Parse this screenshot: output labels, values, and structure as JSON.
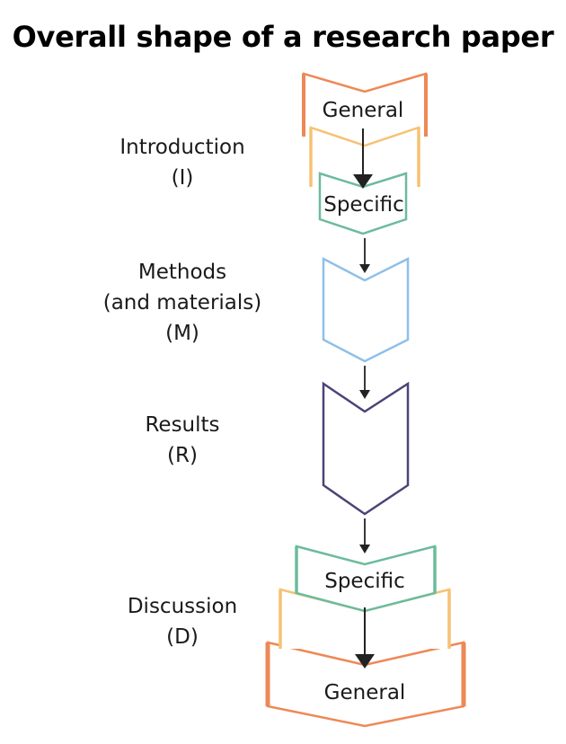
{
  "title": "Overall shape of a research paper",
  "sections": [
    {
      "key": "introduction",
      "lines": [
        "Introduction",
        "(I)"
      ]
    },
    {
      "key": "methods",
      "lines": [
        "Methods",
        "(and materials)",
        "(M)"
      ]
    },
    {
      "key": "results",
      "lines": [
        "Results",
        "(R)"
      ]
    },
    {
      "key": "discussion",
      "lines": [
        "Discussion",
        "(D)"
      ]
    }
  ],
  "shape_labels": {
    "intro_top": "General",
    "intro_bottom": "Specific",
    "discussion_top": "Specific",
    "discussion_bottom": "General"
  },
  "colors": {
    "orange": "#EE8855",
    "yellow": "#F6C274",
    "green": "#6DBB9C",
    "light_blue": "#8EC0EA",
    "dark_purple": "#4A4477",
    "arrow": "#222222"
  }
}
